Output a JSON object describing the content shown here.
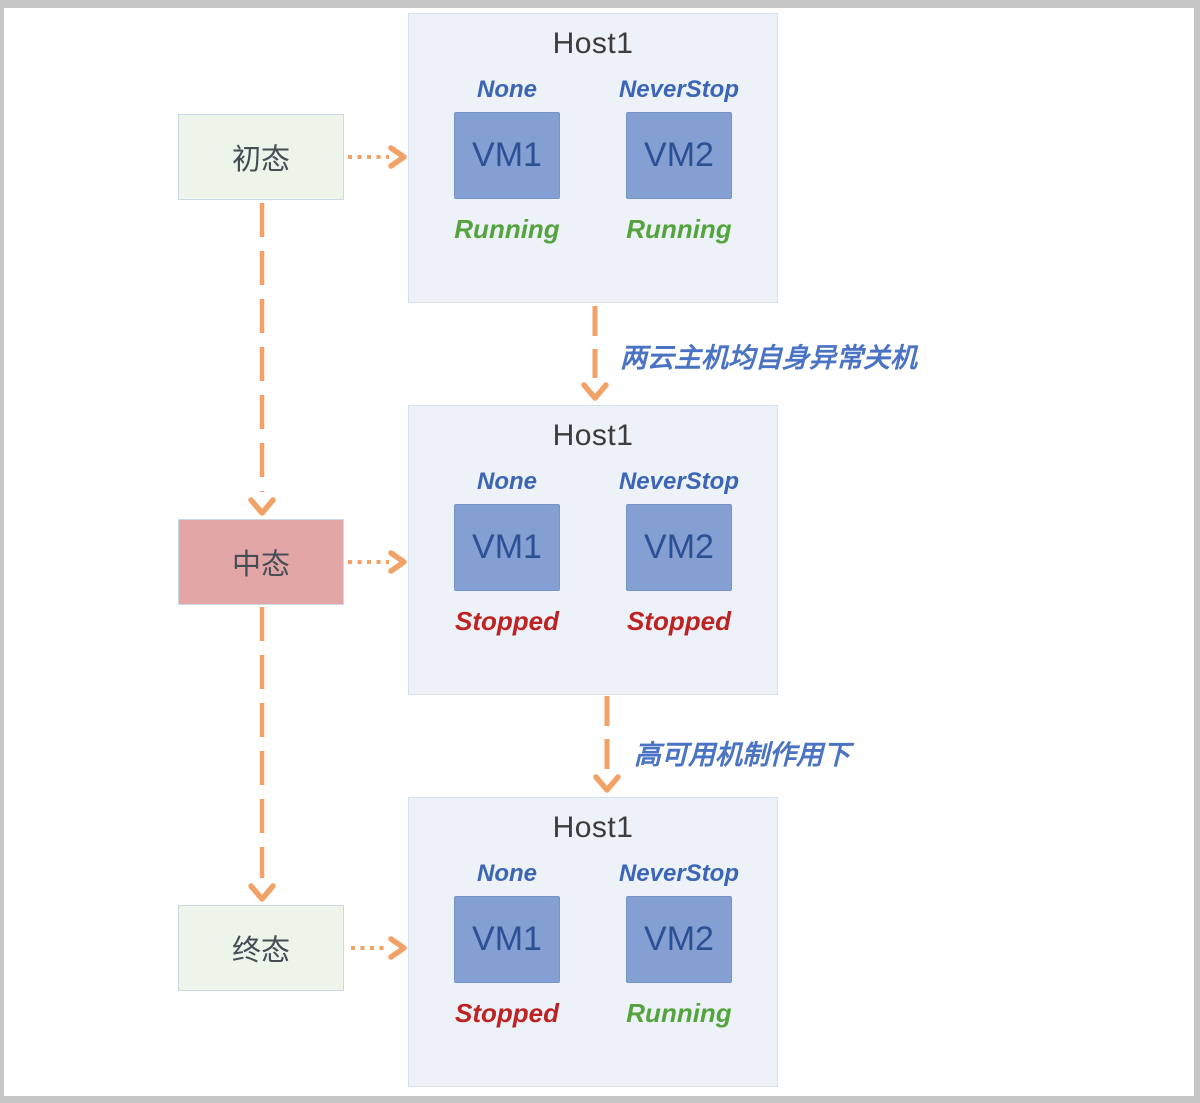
{
  "diagram": {
    "states": [
      {
        "label": "初态",
        "kind": "green"
      },
      {
        "label": "中态",
        "kind": "pink"
      },
      {
        "label": "终态",
        "kind": "green"
      }
    ],
    "hosts": [
      {
        "title": "Host1",
        "vms": [
          {
            "name": "VM1",
            "policy": "None",
            "status": "Running",
            "status_kind": "running"
          },
          {
            "name": "VM2",
            "policy": "NeverStop",
            "status": "Running",
            "status_kind": "running"
          }
        ]
      },
      {
        "title": "Host1",
        "vms": [
          {
            "name": "VM1",
            "policy": "None",
            "status": "Stopped",
            "status_kind": "stopped"
          },
          {
            "name": "VM2",
            "policy": "NeverStop",
            "status": "Stopped",
            "status_kind": "stopped"
          }
        ]
      },
      {
        "title": "Host1",
        "vms": [
          {
            "name": "VM1",
            "policy": "None",
            "status": "Stopped",
            "status_kind": "stopped"
          },
          {
            "name": "VM2",
            "policy": "NeverStop",
            "status": "Running",
            "status_kind": "running"
          }
        ]
      }
    ],
    "transitions": [
      {
        "label": "两云主机均自身异常关机"
      },
      {
        "label": "高可用机制作用下"
      }
    ],
    "colors": {
      "arrow": "#F2A266",
      "running_text": "#55A33E",
      "stopped_text": "#BE2323",
      "policy_text": "#3C66B5",
      "transition_text": "#4A73C4",
      "state_green_bg": "#EDF4EA",
      "state_pink_bg": "#E3A6A6",
      "host_bg": "#EDF1F8",
      "vm_bg": "#84A0D3",
      "vm_text": "#2C5094",
      "frame_border": "#C6C6C6"
    }
  }
}
